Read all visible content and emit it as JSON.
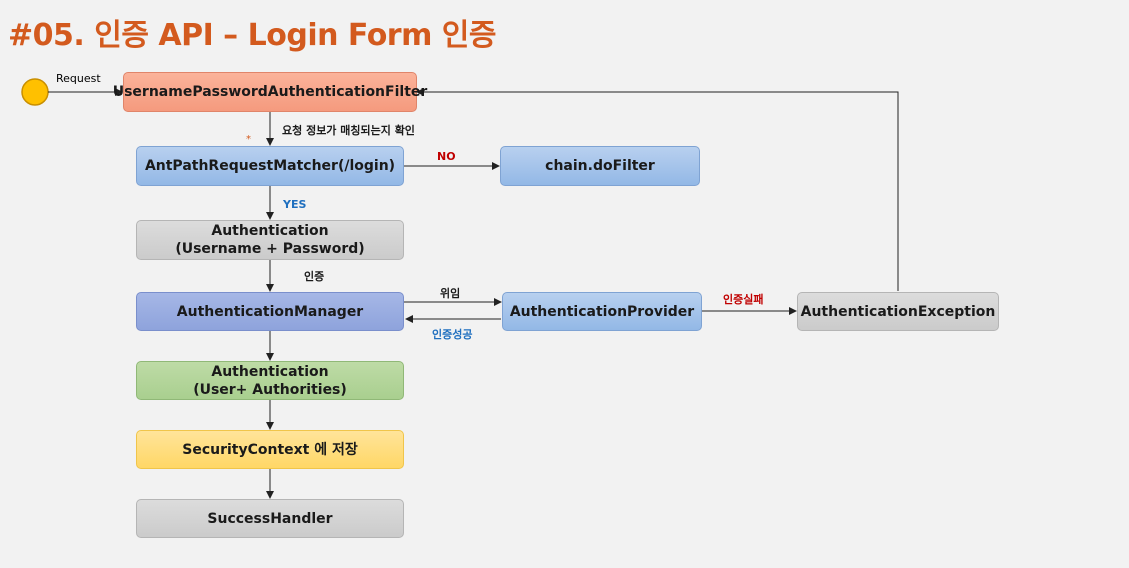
{
  "title": "#05. 인증 API – Login Form 인증",
  "start": {
    "label": "Request"
  },
  "nodes": {
    "filter": "UsernamePasswordAuthenticationFilter",
    "matcher": "AntPathRequestMatcher(/login)",
    "chain": "chain.doFilter",
    "auth1_line1": "Authentication",
    "auth1_line2": "(Username + Password)",
    "manager": "AuthenticationManager",
    "provider": "AuthenticationProvider",
    "exception": "AuthenticationException",
    "auth2_line1": "Authentication",
    "auth2_line2": "(User+ Authorities)",
    "context": "SecurityContext 에 저장",
    "success": "SuccessHandler"
  },
  "edges": {
    "match_check": "요청 정보가 매칭되는지 확인",
    "no": "NO",
    "yes": "YES",
    "auth": "인증",
    "delegate": "위임",
    "auth_success": "인증성공",
    "auth_fail": "인증실패",
    "asterisk": "*"
  },
  "colors": {
    "title": "#d35a1e",
    "no": "#c00000",
    "yes": "#1f6fbf",
    "auth_success": "#1f6fbf",
    "auth_fail": "#c00000",
    "start_circle": "#ffc000"
  }
}
